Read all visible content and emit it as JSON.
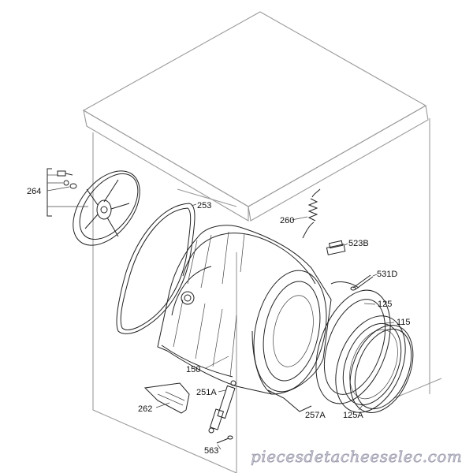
{
  "callouts": {
    "c264": "264",
    "c253": "253",
    "c260": "260",
    "c523b": "523B",
    "c531d": "531D",
    "c125": "125",
    "c115": "115",
    "c150": "150",
    "c251a": "251A",
    "c262": "262",
    "c257a": "257A",
    "c125a": "125A",
    "c563": "563"
  },
  "watermark": "piecesdetacheeselec.com",
  "colors": {
    "line": "#222222",
    "cabinet": "#9a9a9a",
    "watermark_fill": "#c7c7d2"
  }
}
